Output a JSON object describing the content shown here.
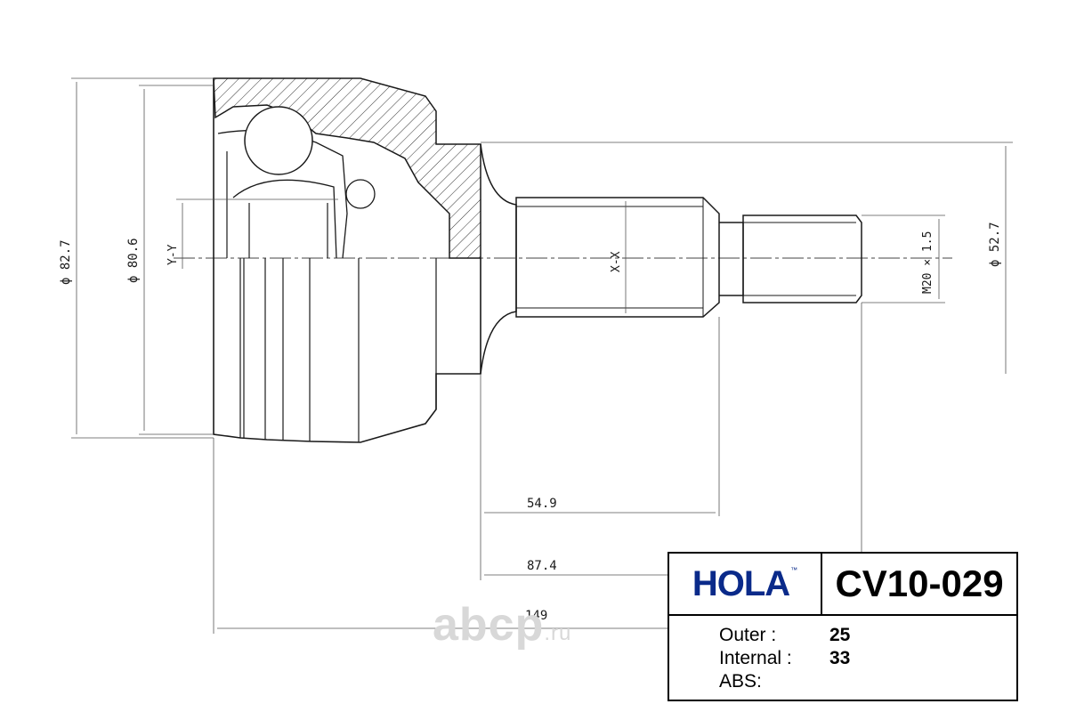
{
  "drawing": {
    "dimensions": {
      "outer_diameter": "ϕ 82.7",
      "seal_diameter": "ϕ 80.6",
      "shaft_diameter": "ϕ 52.7",
      "thread": "M20 × 1.5",
      "length_1": "54.9",
      "length_2": "87.4",
      "length_3": "149"
    },
    "axis_labels": {
      "y_axis": "Y-Y",
      "x_axis": "X-X"
    }
  },
  "title_block": {
    "brand": "HOLA",
    "brand_mark": "™",
    "part_number": "CV10-029",
    "specs": [
      {
        "label": "Outer :",
        "value": "25"
      },
      {
        "label": "Internal :",
        "value": "33"
      },
      {
        "label": "ABS:",
        "value": ""
      }
    ]
  },
  "watermark": {
    "text": "abcp",
    "suffix": ".ru"
  },
  "colors": {
    "line": "#1a1a1a",
    "brand": "#0a2a8a",
    "watermark": "#d8d8d8"
  }
}
